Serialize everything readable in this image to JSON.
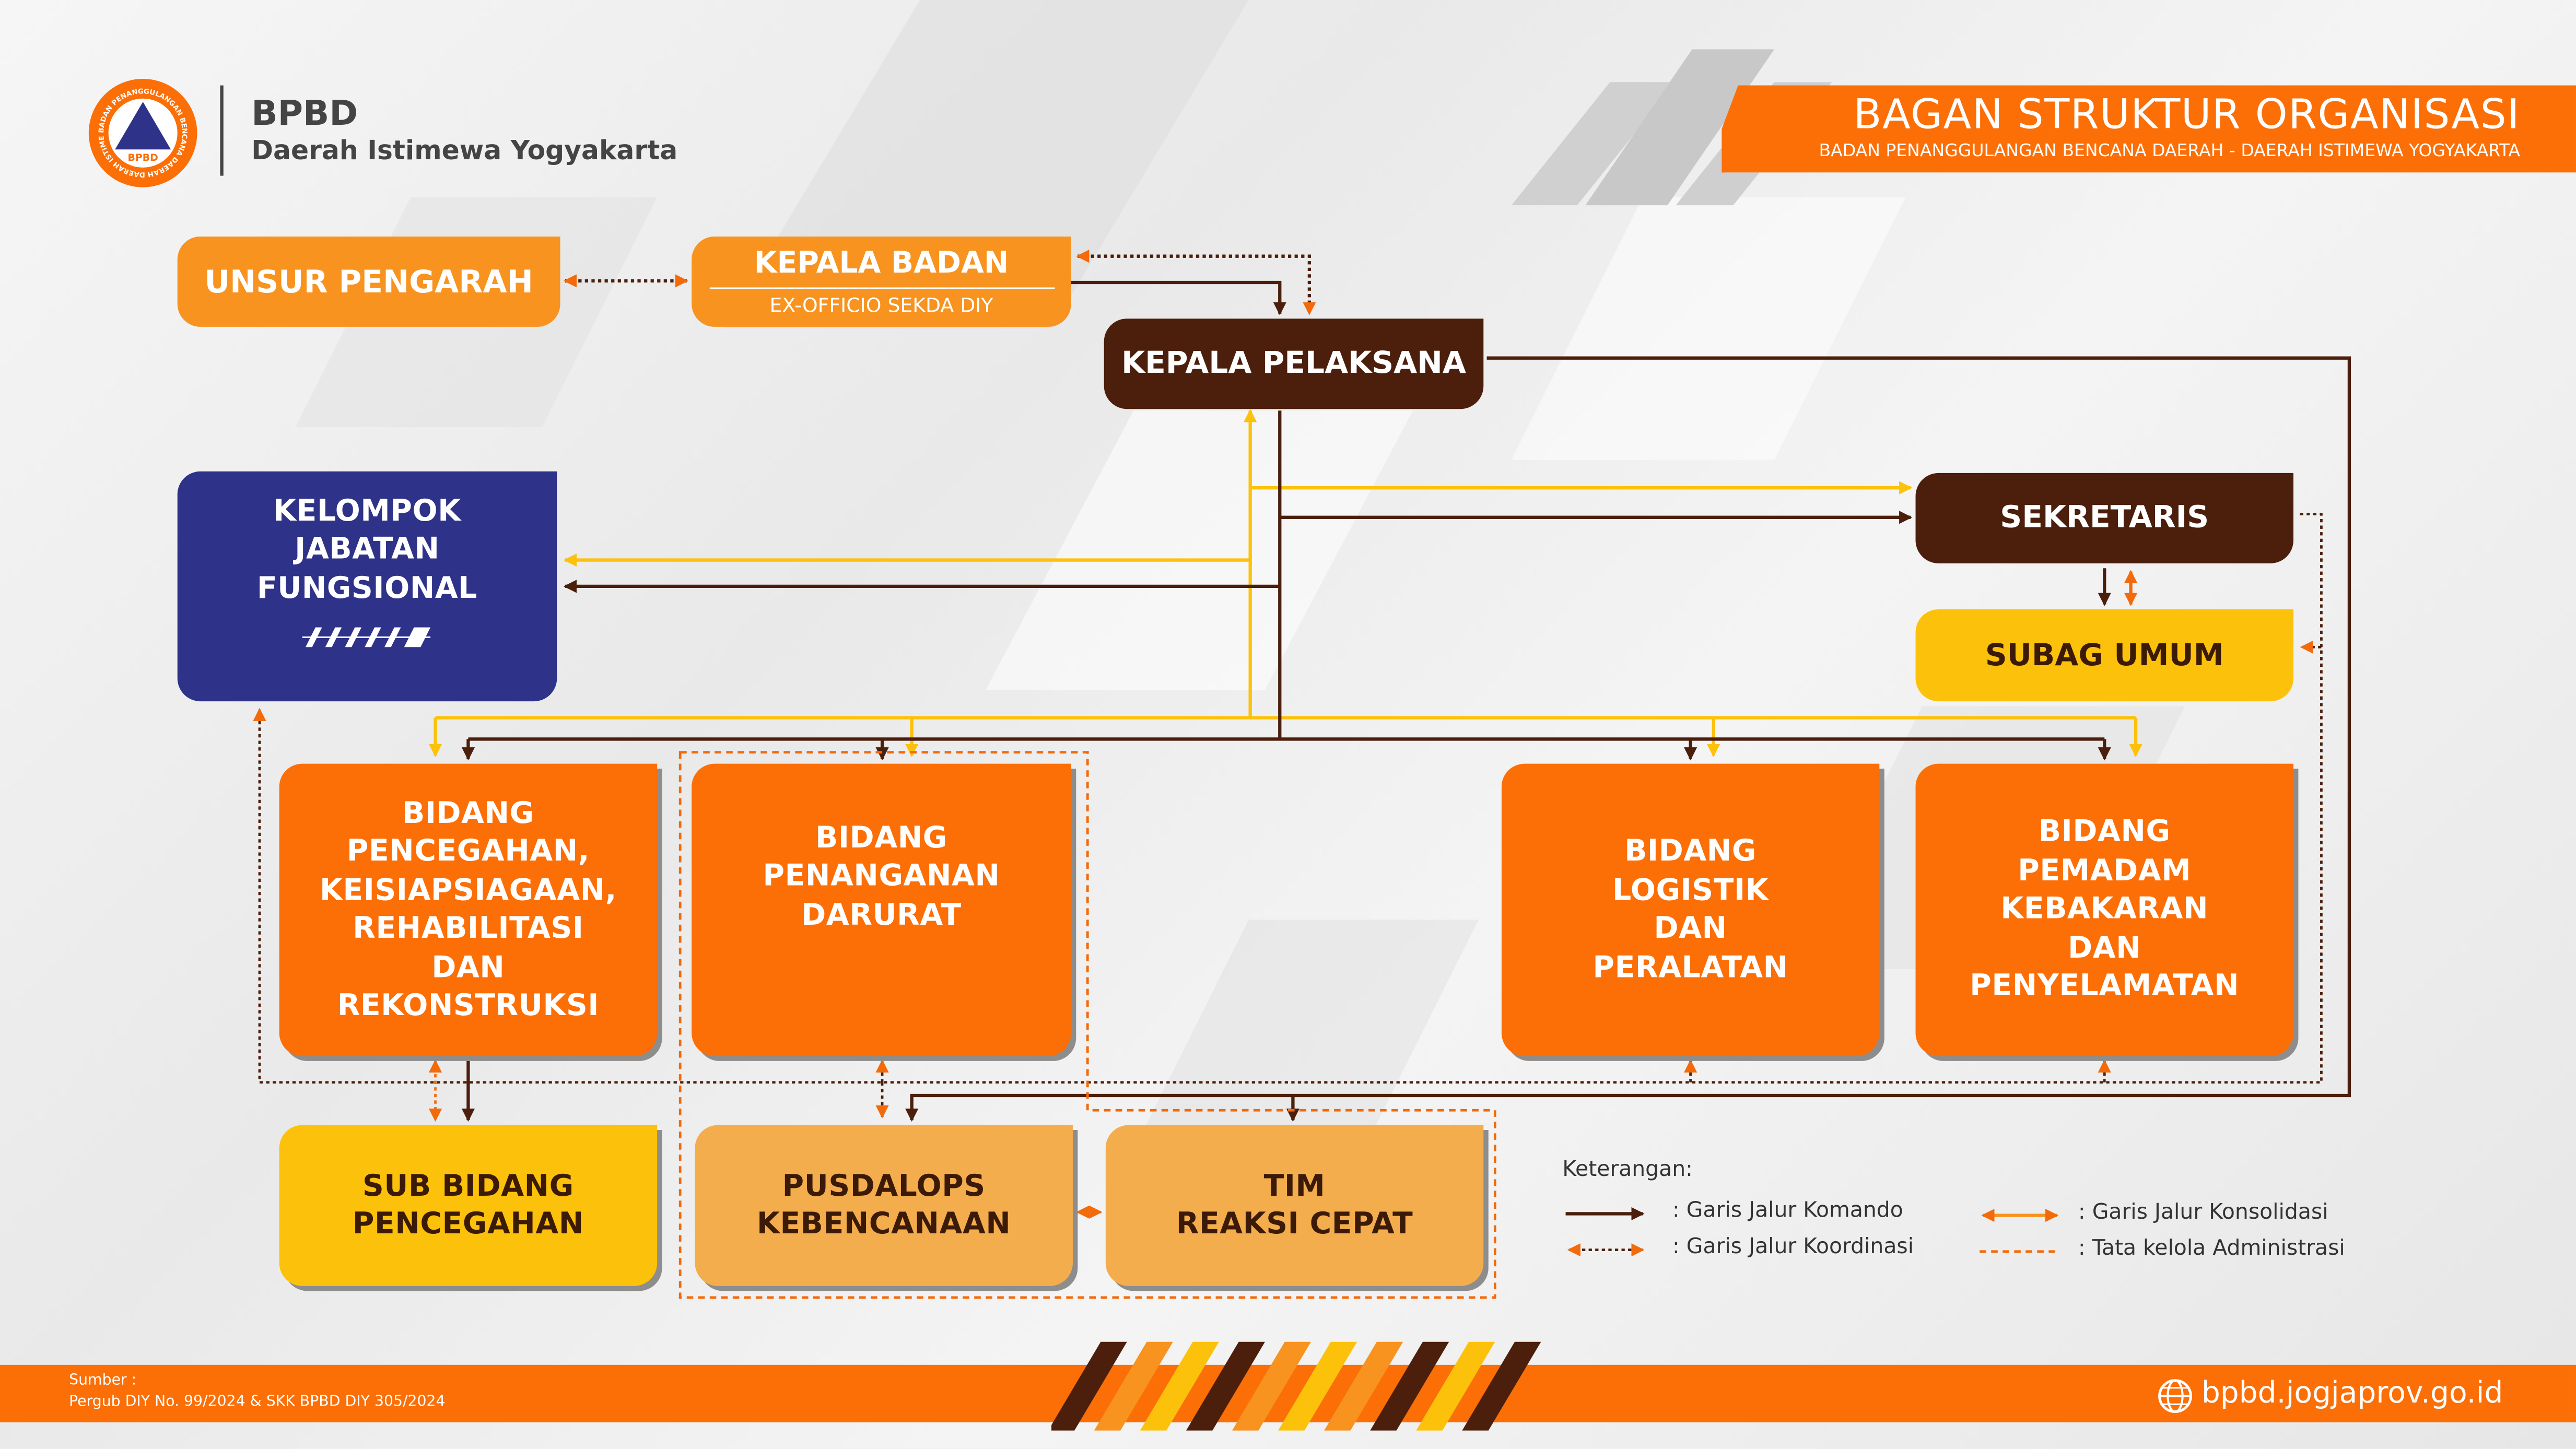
{
  "logo": {
    "name": "BPBD",
    "region": "Daerah Istimewa Yogyakarta",
    "seal_text": "BADAN PENANGGULANGAN BENCANA DAERAH DAERAH ISTIMEWA YOGYAKARTA",
    "seal_center": "BPBD"
  },
  "header": {
    "title": "BAGAN STRUKTUR ORGANISASI",
    "subtitle": "BADAN PENANGGULANGAN BENCANA DAERAH - DAERAH ISTIMEWA YOGYAKARTA"
  },
  "nodes": {
    "unsur_pengarah": "UNSUR PENGARAH",
    "kepala_badan": "KEPALA BADAN",
    "kepala_badan_sub": "EX-OFFICIO SEKDA DIY",
    "kepala_pelaksana": "KEPALA PELAKSANA",
    "kelompok": [
      "KELOMPOK",
      "JABATAN",
      "FUNGSIONAL"
    ],
    "sekretaris": "SEKRETARIS",
    "subag_umum": "SUBAG UMUM",
    "bidang_pencegahan": [
      "BIDANG",
      "PENCEGAHAN,",
      "KEISIAPSIAGAAN,",
      "REHABILITASI",
      "DAN",
      "REKONSTRUKSI"
    ],
    "bidang_penanganan": [
      "BIDANG",
      "PENANGANAN",
      "DARURAT"
    ],
    "bidang_logistik": [
      "BIDANG",
      "LOGISTIK",
      "DAN",
      "PERALATAN"
    ],
    "bidang_pemadam": [
      "BIDANG",
      "PEMADAM",
      "KEBAKARAN",
      "DAN",
      "PENYELAMATAN"
    ],
    "sub_bidang": [
      "SUB BIDANG",
      "PENCEGAHAN"
    ],
    "pusdalops": [
      "PUSDALOPS",
      "KEBENCANAAN"
    ],
    "tim": [
      "TIM",
      "REAKSI CEPAT"
    ]
  },
  "legend": {
    "title": "Keterangan:",
    "komando": ": Garis Jalur Komando",
    "koordinasi": ": Garis Jalur Koordinasi",
    "konsolidasi": ": Garis Jalur Konsolidasi",
    "administrasi": ": Tata kelola Administrasi"
  },
  "footer": {
    "source_label": "Sumber :",
    "source": "Pergub DIY No. 99/2024 & SKK BPBD DIY 305/2024",
    "website": "bpbd.jogjaprov.go.id"
  },
  "colors": {
    "orange": "#fc6e06",
    "light_orange": "#f7931e",
    "brown": "#4b1f0c",
    "navy": "#2e3288",
    "yellow": "#fcc10b",
    "peach": "#f4ad4d"
  }
}
